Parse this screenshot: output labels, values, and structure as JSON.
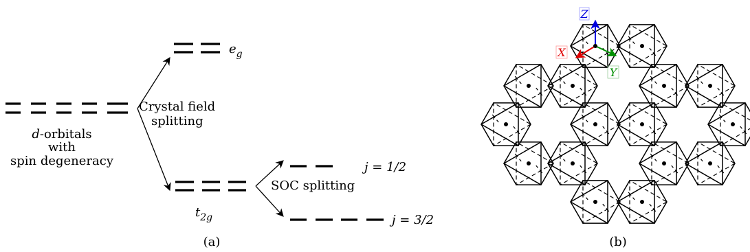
{
  "panel_a": {
    "caption": "(a)",
    "dorbitals": {
      "line1": "d-orbitals",
      "line2": "with",
      "line3": "spin degeneracy"
    },
    "crystal_field": {
      "line1": "Crystal field",
      "line2": "splitting"
    },
    "soc": "SOC splitting",
    "eg": {
      "main": "e",
      "sub": "g"
    },
    "t2g": {
      "main": "t",
      "sub": "2g"
    },
    "j_half": "j = 1/2",
    "j_threehalf": "j = 3/2"
  },
  "panel_b": {
    "caption": "(b)",
    "axis_x": {
      "label": "X",
      "color": "#e00000"
    },
    "axis_y": {
      "label": "Y",
      "color": "#009000"
    },
    "axis_z": {
      "label": "Z",
      "color": "#0000e0"
    }
  }
}
